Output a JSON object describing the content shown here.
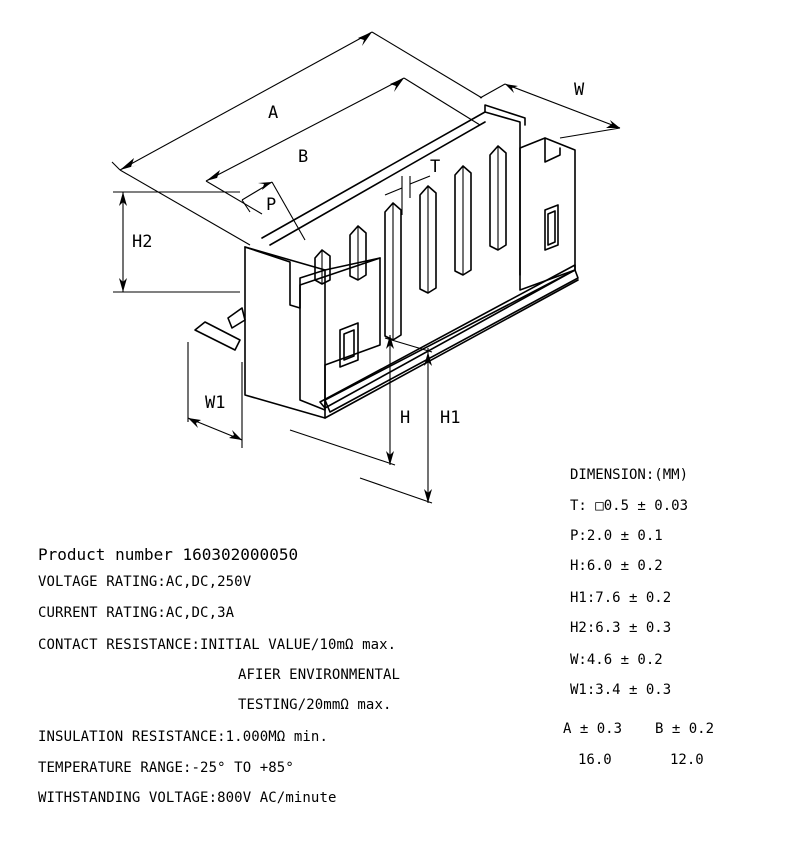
{
  "dimension_labels": {
    "a": "A",
    "b": "B",
    "w": "W",
    "t": "T",
    "p": "P",
    "h2": "H2",
    "h": "H",
    "h1": "H1",
    "w1": "W1"
  },
  "product_specs": {
    "product_number": "Product number 160302000050",
    "voltage_rating": "VOLTAGE RATING:AC,DC,250V",
    "current_rating": "CURRENT RATING:AC,DC,3A",
    "contact_resistance": "CONTACT RESISTANCE:INITIAL VALUE/10mΩ max.",
    "contact_resistance_cont1": "AFIER ENVIRONMENTAL",
    "contact_resistance_cont2": "TESTING/20mmΩ max.",
    "insulation_resistance": "INSULATION RESISTANCE:1.000MΩ min.",
    "temperature_range": "TEMPERATURE RANGE:-25° TO +85°",
    "withstanding_voltage": "WITHSTANDING VOLTAGE:800V AC/minute"
  },
  "dimensions_table": {
    "title": "DIMENSION:(MM)",
    "t": "T: □0.5 ± 0.03",
    "p": "P:2.0 ± 0.1",
    "h": "H:6.0 ± 0.2",
    "h1": "H1:7.6 ± 0.2",
    "h2": "H2:6.3 ± 0.3",
    "w": "W:4.6 ± 0.2",
    "w1": "W1:3.4 ± 0.3",
    "a_header": "A ± 0.3",
    "b_header": "B ± 0.2",
    "a_value": "16.0",
    "b_value": "12.0"
  }
}
